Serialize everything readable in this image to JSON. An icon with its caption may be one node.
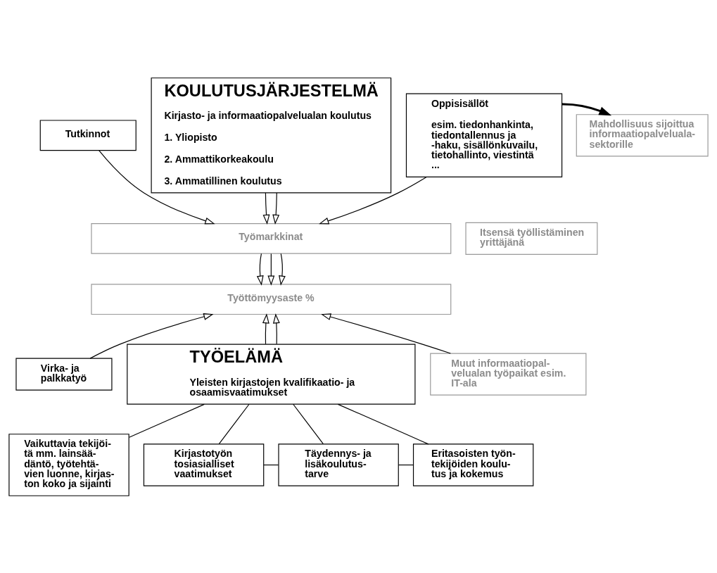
{
  "diagram": {
    "nodes": [
      {
        "text": [
          "Tutkinnot"
        ]
      },
      {
        "text": [
          "KOULUTUSJÄRJESTELMÄ",
          "Kirjasto- ja informaatiopalvelualan koulutus",
          "1. Yliopisto",
          "2. Ammattikorkeakoulu",
          "3. Ammatillinen koulutus"
        ]
      },
      {
        "text": [
          "Oppisisällöt",
          "esim. tiedonhankinta, tiedontallennus ja -haku, sisällönkuvailu, tietohallinto, viestintä ..."
        ]
      },
      {
        "text": [
          "Työmarkkinat"
        ]
      },
      {
        "text": [
          "Mahdollisuus sijoittua informaatiopalveluala- sektorille"
        ]
      },
      {
        "text": [
          "Itsensä työllistäminen yrittäjänä"
        ]
      },
      {
        "text": [
          "Työttömyysaste %"
        ]
      },
      {
        "text": [
          "Virka- ja palkkatyö"
        ]
      },
      {
        "text": [
          "TYÖELÄMÄ",
          "Yleisten kirjastojen kvalifikaatio- ja osaamisvaatimukset"
        ]
      },
      {
        "text": [
          "Muut informaatiopal- velualan työpaikat esim. IT-ala"
        ]
      },
      {
        "text": [
          "Vaikuttavia tekijöi- tä mm. lainsää- däntö, työtehtä- vien luonne, kirjas- ton koko ja sijainti"
        ]
      },
      {
        "text": [
          "Kirjastotyön tosiasialliset vaatimukset"
        ]
      },
      {
        "text": [
          "Täydennys- ja lisäkoulutus- tarve"
        ]
      },
      {
        "text": [
          "Eritasoisten työn- tekijöiden koulu- tus ja kokemus"
        ]
      }
    ],
    "edges": [
      {
        "from": 0,
        "to": 3,
        "arrow": "to"
      },
      {
        "from": 1,
        "to": 3,
        "arrow": "to"
      },
      {
        "from": 1,
        "to": 3,
        "arrow": "to"
      },
      {
        "from": 2,
        "to": 3,
        "arrow": "to"
      },
      {
        "from": 2,
        "to": 4,
        "arrow": "to",
        "style": "thick"
      },
      {
        "from": 3,
        "to": 6,
        "arrow": "to"
      },
      {
        "from": 3,
        "to": 6,
        "arrow": "to"
      },
      {
        "from": 3,
        "to": 6,
        "arrow": "to"
      },
      {
        "from": 7,
        "to": 6,
        "arrow": "to"
      },
      {
        "from": 8,
        "to": 6,
        "arrow": "to"
      },
      {
        "from": 8,
        "to": 6,
        "arrow": "to"
      },
      {
        "from": 9,
        "to": 6,
        "arrow": "to"
      },
      {
        "from": 8,
        "to": 10,
        "arrow": "none"
      },
      {
        "from": 8,
        "to": 11,
        "arrow": "none"
      },
      {
        "from": 8,
        "to": 12,
        "arrow": "none"
      },
      {
        "from": 8,
        "to": 13,
        "arrow": "none"
      },
      {
        "from": 11,
        "to": 12,
        "arrow": "none"
      },
      {
        "from": 12,
        "to": 13,
        "arrow": "none"
      }
    ]
  }
}
